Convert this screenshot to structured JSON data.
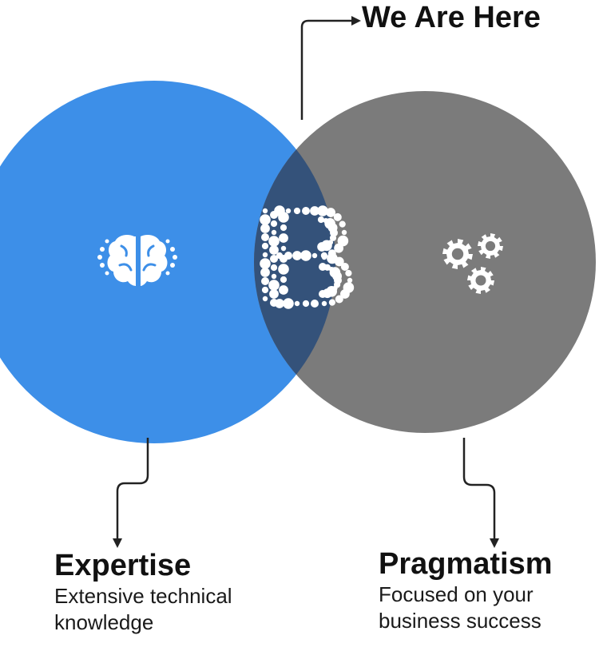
{
  "callout": {
    "label": "We Are Here"
  },
  "circles": [
    {
      "id": "expertise",
      "title": "Expertise",
      "description": "Extensive technical knowledge",
      "icon": "brain-icon",
      "color": "#3d8fe8"
    },
    {
      "id": "pragmatism",
      "title": "Pragmatism",
      "description": "Focused on your business success",
      "icon": "gears-icon",
      "color": "#7b7b7b"
    }
  ],
  "intersection": {
    "icon": "bubble-letter-b-logo",
    "color": "#34527a"
  }
}
